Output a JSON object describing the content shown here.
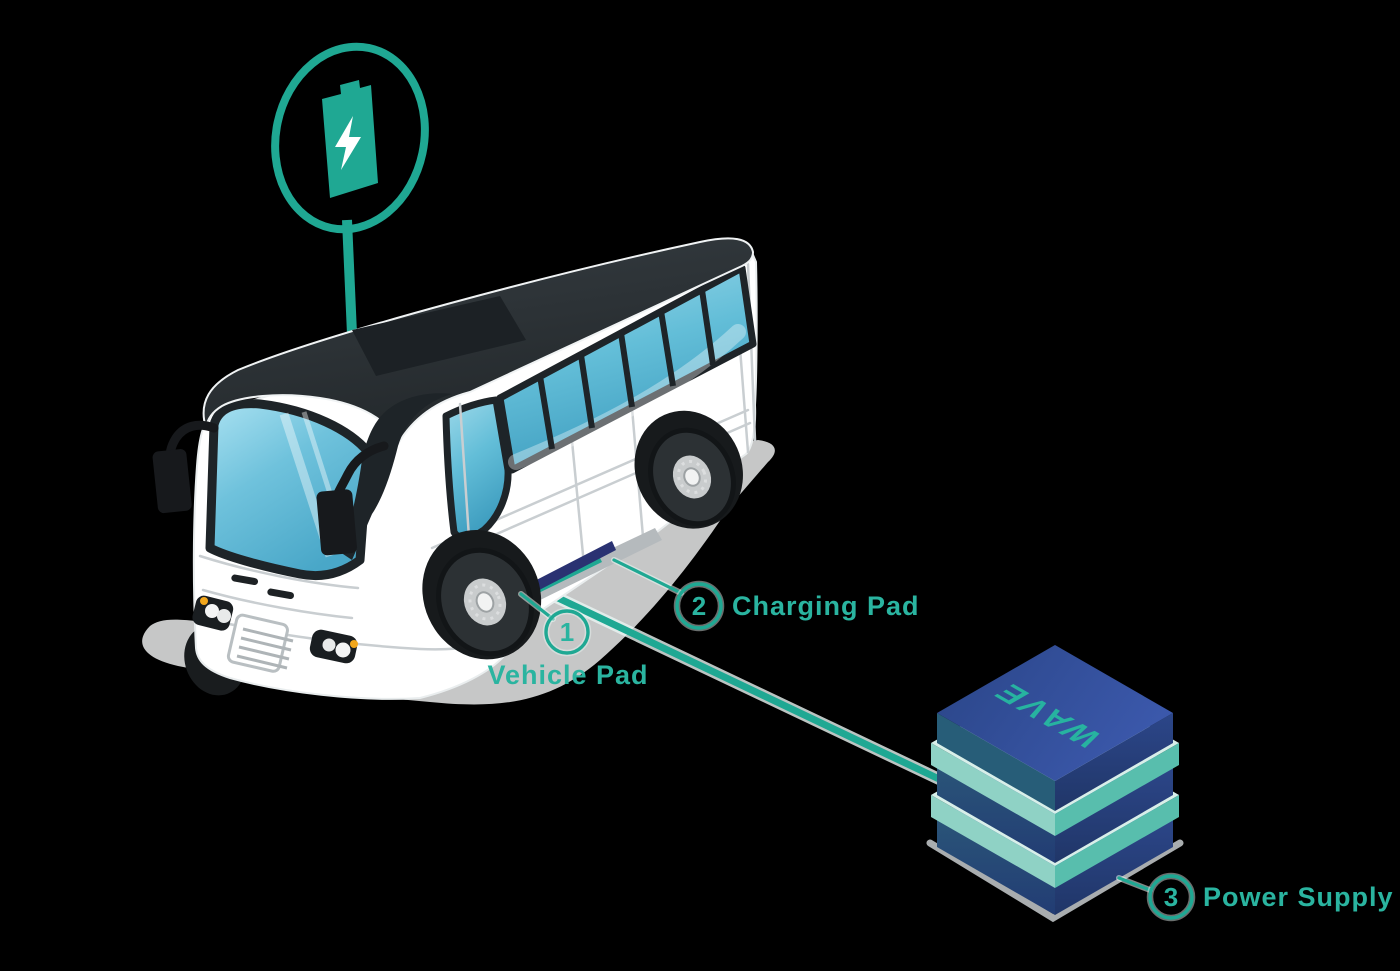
{
  "scene": {
    "background": "#000000",
    "description_icons": [
      "battery-charging-icon",
      "shuttle-bus-illustration",
      "power-supply-stack"
    ]
  },
  "colors": {
    "accent_teal": "#1FA893",
    "label_teal": "#2AB4A0",
    "vehicle_pad_navy": "#2A3272",
    "stack_blue_top": "#2F4B97",
    "stack_blue_left": "#253E7C",
    "stack_blue_right": "#2A4387",
    "stack_seafoam": "#8FD2C5",
    "bus_roof_dark": "#2B3236",
    "window_blue": "#5FB9D6",
    "shadow_gray": "#C6C7C7"
  },
  "sign": {
    "icon": "battery-charging-icon"
  },
  "power_supply": {
    "brand": "WAVE"
  },
  "callouts": [
    {
      "number": "1",
      "label": "Vehicle Pad"
    },
    {
      "number": "2",
      "label": "Charging Pad"
    },
    {
      "number": "3",
      "label": "Power Supply"
    }
  ]
}
